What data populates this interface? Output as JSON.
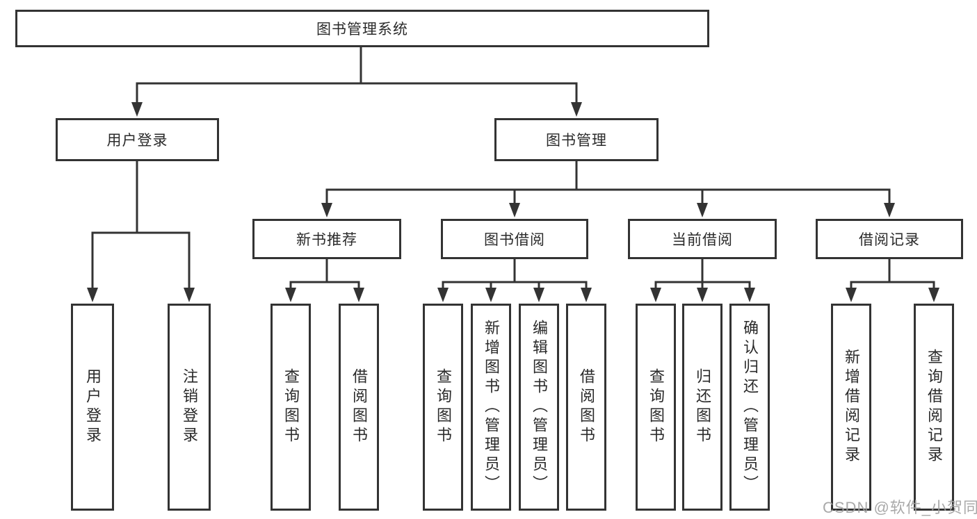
{
  "colors": {
    "line": "#333333",
    "box_border": "#333333",
    "text": "#2a2a2a",
    "watermark_text": "#a0a0a0",
    "background": "#ffffff"
  },
  "watermark": "CSDN @软件_小贺同学",
  "tree": {
    "root": {
      "label": "图书管理系统"
    },
    "branches": [
      {
        "label": "用户登录",
        "children": [
          {
            "label": "用户登录"
          },
          {
            "label": "注销登录"
          }
        ]
      },
      {
        "label": "图书管理",
        "children": [
          {
            "label": "新书推荐",
            "children": [
              {
                "label": "查询图书"
              },
              {
                "label": "借阅图书"
              }
            ]
          },
          {
            "label": "图书借阅",
            "children": [
              {
                "label": "查询图书"
              },
              {
                "label": "新增图书（管理员）"
              },
              {
                "label": "编辑图书（管理员）"
              },
              {
                "label": "借阅图书"
              }
            ]
          },
          {
            "label": "当前借阅",
            "children": [
              {
                "label": "查询图书"
              },
              {
                "label": "归还图书"
              },
              {
                "label": "确认归还（管理员）"
              }
            ]
          },
          {
            "label": "借阅记录",
            "children": [
              {
                "label": "新增借阅记录"
              },
              {
                "label": "查询借阅记录"
              }
            ]
          }
        ]
      }
    ]
  }
}
